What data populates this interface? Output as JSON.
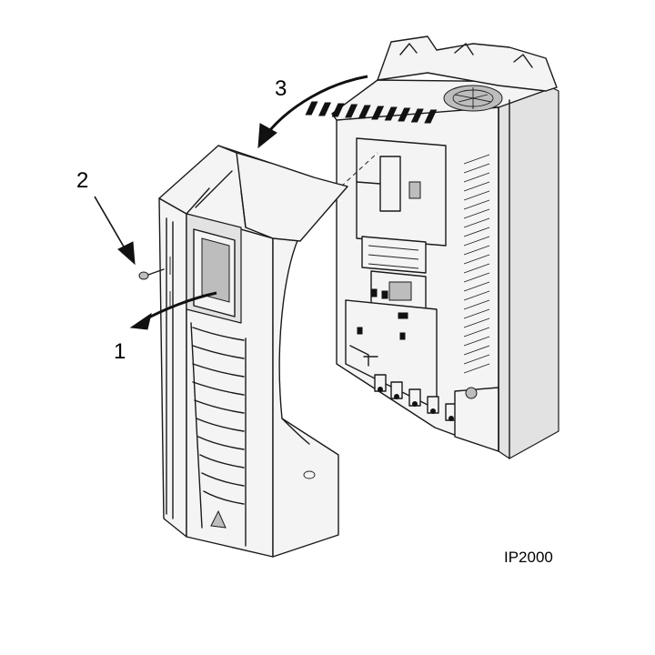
{
  "labels": {
    "step1": "1",
    "step2": "2",
    "step3": "3"
  },
  "figure_code": "IP2000"
}
